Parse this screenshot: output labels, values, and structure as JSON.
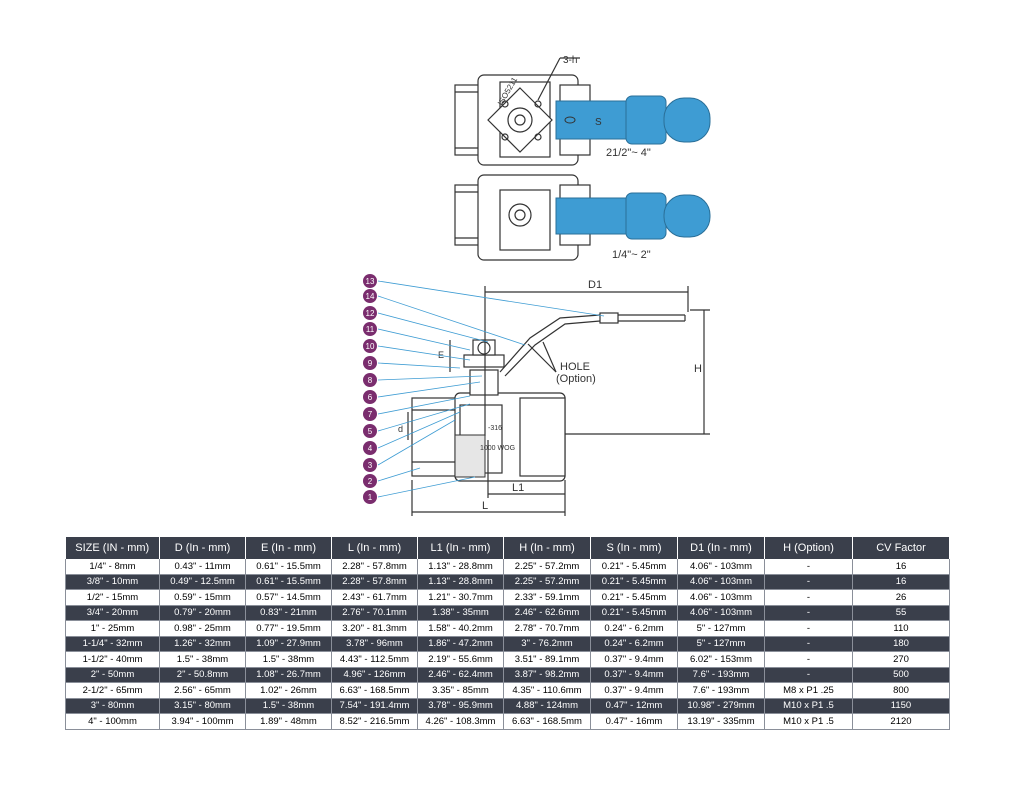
{
  "diagram": {
    "top_view_label_large": "21/2\"~ 4\"",
    "top_view_label_small": "1/4\"~ 2\"",
    "pad_label": "ISO5211",
    "hole_size_label": "3-h",
    "s_label": "S",
    "d1_label": "D1",
    "h_label": "H",
    "e_label": "E",
    "d_label": "d",
    "l_label": "L",
    "l1_label": "L1",
    "hole_label_line1": "HOLE",
    "hole_label_line2": "(Option)",
    "body_mark_1": "-316",
    "body_mark_2": "1000 WOG",
    "part_numbers": [
      "13",
      "14",
      "12",
      "11",
      "10",
      "9",
      "8",
      "6",
      "7",
      "5",
      "4",
      "3",
      "2",
      "1"
    ],
    "colors": {
      "handle": "#3e9cd3",
      "badge": "#7a2d6e",
      "leader": "#3e9cd3",
      "line": "#333333"
    }
  },
  "table": {
    "headers": [
      "SIZE (IN - mm)",
      "D (In - mm)",
      "E (In - mm)",
      "L (In - mm)",
      "L1 (In - mm)",
      "H (In - mm)",
      "S (In - mm)",
      "D1 (In - mm)",
      "H (Option)",
      "CV Factor"
    ],
    "rows": [
      [
        "1/4\" - 8mm",
        "0.43\" - 11mm",
        "0.61\" - 15.5mm",
        "2.28\" - 57.8mm",
        "1.13\" - 28.8mm",
        "2.25\" - 57.2mm",
        "0.21\" - 5.45mm",
        "4.06\" - 103mm",
        "-",
        "16"
      ],
      [
        "3/8\" - 10mm",
        "0.49\" - 12.5mm",
        "0.61\" - 15.5mm",
        "2.28\" - 57.8mm",
        "1.13\" - 28.8mm",
        "2.25\" - 57.2mm",
        "0.21\" - 5.45mm",
        "4.06\" - 103mm",
        "-",
        "16"
      ],
      [
        "1/2\" - 15mm",
        "0.59\" - 15mm",
        "0.57\" - 14.5mm",
        "2.43\" - 61.7mm",
        "1.21\" - 30.7mm",
        "2.33\" - 59.1mm",
        "0.21\" - 5.45mm",
        "4.06\" - 103mm",
        "-",
        "26"
      ],
      [
        "3/4\" - 20mm",
        "0.79\" - 20mm",
        "0.83\" - 21mm",
        "2.76\" - 70.1mm",
        "1.38\" - 35mm",
        "2.46\" - 62.6mm",
        "0.21\" - 5.45mm",
        "4.06\" - 103mm",
        "-",
        "55"
      ],
      [
        "1\" - 25mm",
        "0.98\" - 25mm",
        "0.77\" - 19.5mm",
        "3.20\" - 81.3mm",
        "1.58\" - 40.2mm",
        "2.78\" - 70.7mm",
        "0.24\" - 6.2mm",
        "5\" - 127mm",
        "-",
        "110"
      ],
      [
        "1-1/4\" - 32mm",
        "1.26\" - 32mm",
        "1.09\" - 27.9mm",
        "3.78\" - 96mm",
        "1.86\" - 47.2mm",
        "3\" - 76.2mm",
        "0.24\" - 6.2mm",
        "5\" - 127mm",
        "-",
        "180"
      ],
      [
        "1-1/2\" - 40mm",
        "1.5\" - 38mm",
        "1.5\" - 38mm",
        "4.43\" - 112.5mm",
        "2.19\" - 55.6mm",
        "3.51\" - 89.1mm",
        "0.37\" - 9.4mm",
        "6.02\" - 153mm",
        "-",
        "270"
      ],
      [
        "2\" - 50mm",
        "2\" - 50.8mm",
        "1.08\" - 26.7mm",
        "4.96\" - 126mm",
        "2.46\" - 62.4mm",
        "3.87\" - 98.2mm",
        "0.37\" - 9.4mm",
        "7.6\" - 193mm",
        "-",
        "500"
      ],
      [
        "2-1/2\" - 65mm",
        "2.56\" - 65mm",
        "1.02\" - 26mm",
        "6.63\" - 168.5mm",
        "3.35\" - 85mm",
        "4.35\" - 110.6mm",
        "0.37\" - 9.4mm",
        "7.6\" - 193mm",
        "M8 x P1 .25",
        "800"
      ],
      [
        "3\" - 80mm",
        "3.15\" - 80mm",
        "1.5\" - 38mm",
        "7.54\" - 191.4mm",
        "3.78\" - 95.9mm",
        "4.88\" - 124mm",
        "0.47\" - 12mm",
        "10.98\" - 279mm",
        "M10 x P1 .5",
        "1150"
      ],
      [
        "4\" - 100mm",
        "3.94\" - 100mm",
        "1.89\" - 48mm",
        "8.52\" - 216.5mm",
        "4.26\" - 108.3mm",
        "6.63\" - 168.5mm",
        "0.47\" - 16mm",
        "13.19\" - 335mm",
        "M10 x P1 .5",
        "2120"
      ]
    ]
  }
}
